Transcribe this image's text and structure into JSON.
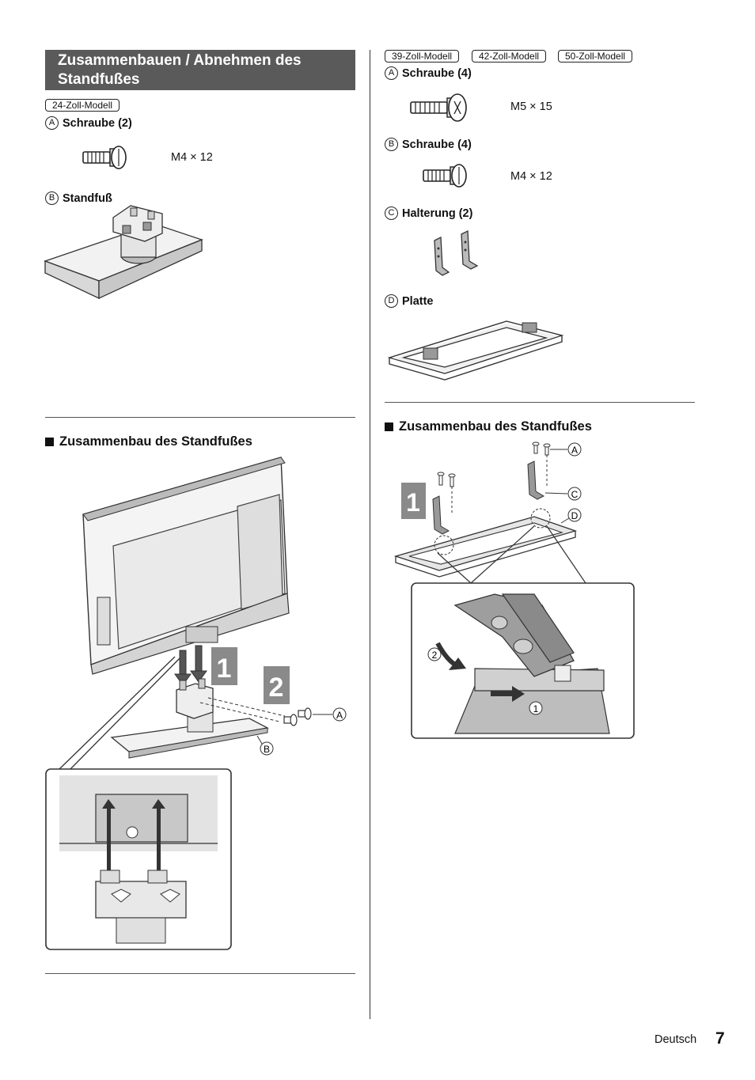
{
  "left": {
    "title": "Zusammenbauen / Abnehmen des Standfußes",
    "model_tag": "24-Zoll-Modell",
    "part_a": {
      "letter": "A",
      "label": "Schraube (2)",
      "dimension": "M4 × 12"
    },
    "part_b": {
      "letter": "B",
      "label": "Standfuß"
    },
    "assembly_heading": "Zusammenbau des Standfußes",
    "step1": "1",
    "step2": "2",
    "callout_a": "A",
    "callout_b": "B"
  },
  "right": {
    "model_tags": [
      "39-Zoll-Modell",
      "42-Zoll-Modell",
      "50-Zoll-Modell"
    ],
    "part_a": {
      "letter": "A",
      "label": "Schraube (4)",
      "dimension": "M5 × 15"
    },
    "part_b": {
      "letter": "B",
      "label": "Schraube (4)",
      "dimension": "M4 × 12"
    },
    "part_c": {
      "letter": "C",
      "label": "Halterung (2)"
    },
    "part_d": {
      "letter": "D",
      "label": "Platte"
    },
    "assembly_heading": "Zusammenbau des Standfußes",
    "step1": "1",
    "callout_a": "A",
    "callout_c": "C",
    "callout_d": "D",
    "substep1": "1",
    "substep2": "2"
  },
  "footer": {
    "language": "Deutsch",
    "page_number": "7"
  }
}
